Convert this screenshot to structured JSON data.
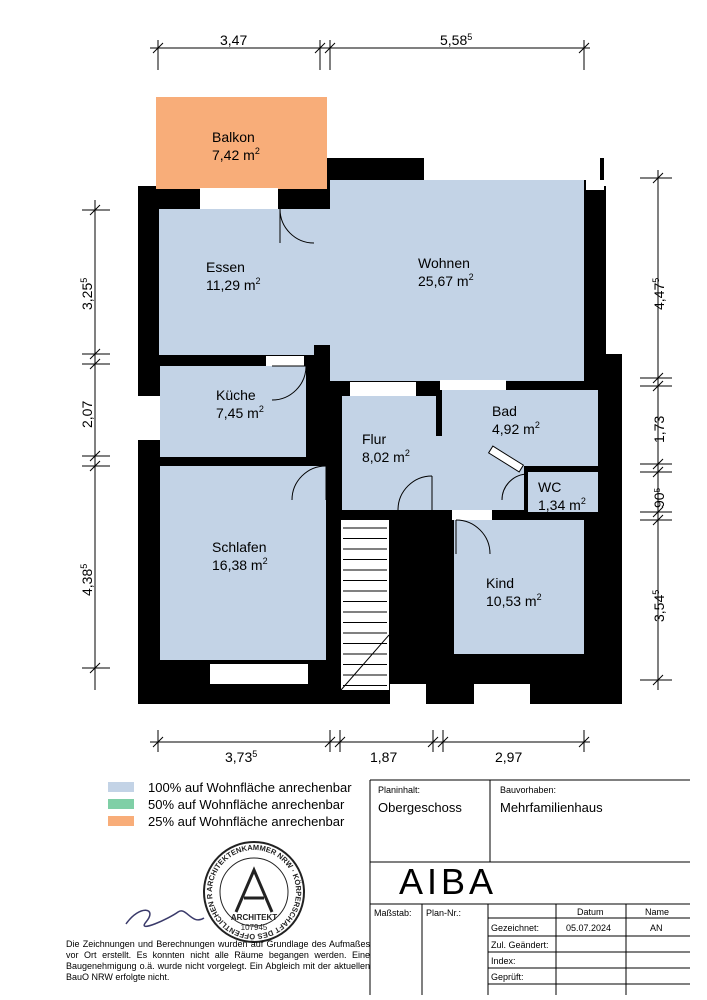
{
  "dimensions": {
    "top_left": "3,47",
    "top_right_main": "5,58",
    "top_right_sup": "5",
    "bottom_left_main": "3,73",
    "bottom_left_sup": "5",
    "bottom_mid": "1,87",
    "bottom_right": "2,97",
    "left_top_main": "3,25",
    "left_top_sup": "5",
    "left_mid": "2,07",
    "left_bottom_main": "4,38",
    "left_bottom_sup": "5",
    "right_top_main": "4,47",
    "right_top_sup": "5",
    "right_mid": "1,73",
    "right_small_main": "90",
    "right_small_sup": "5",
    "right_bottom_main": "3,54",
    "right_bottom_sup": "5"
  },
  "rooms": [
    {
      "name": "Balkon",
      "area": "7,42 m",
      "color": "#f8ad79"
    },
    {
      "name": "Essen",
      "area": "11,29 m",
      "color": "#c3d3e6"
    },
    {
      "name": "Wohnen",
      "area": "25,67 m",
      "color": "#c3d3e6"
    },
    {
      "name": "Küche",
      "area": "7,45 m",
      "color": "#c3d3e6"
    },
    {
      "name": "Flur",
      "area": "8,02 m",
      "color": "#c3d3e6"
    },
    {
      "name": "Bad",
      "area": "4,92 m",
      "color": "#c3d3e6"
    },
    {
      "name": "WC",
      "area": "1,34 m",
      "color": "#c3d3e6"
    },
    {
      "name": "Schlafen",
      "area": "16,38 m",
      "color": "#c3d3e6"
    },
    {
      "name": "Kind",
      "area": "10,53 m",
      "color": "#c3d3e6"
    }
  ],
  "area_exponent": "2",
  "legend": [
    {
      "text": "100% auf Wohnfläche anrechenbar",
      "color": "#c3d3e6"
    },
    {
      "text": "50% auf Wohnfläche anrechenbar",
      "color": "#7fcfa6"
    },
    {
      "text": "25% auf Wohnfläche anrechenbar",
      "color": "#f8ad79"
    }
  ],
  "titleblock": {
    "planinhalt_label": "Planinhalt:",
    "planinhalt_value": "Obergeschoss",
    "bauvorhaben_label": "Bauvorhaben:",
    "bauvorhaben_value": "Mehrfamilienhaus",
    "logo": "AIBA",
    "massstab_label": "Maßstab:",
    "plannr_label": "Plan-Nr.:",
    "datum_header": "Datum",
    "name_header": "Name",
    "gezeichnet_label": "Gezeichnet:",
    "gezeichnet_datum": "05.07.2024",
    "gezeichnet_name": "AN",
    "geaendert_label": "Zul. Geändert:",
    "index_label": "Index:",
    "geprueft_label": "Geprüft:"
  },
  "stamp": {
    "ring_text": "ARCHITEKTENKAMMER NRW · KÖRPERSCHAFT DES ÖFFENTLICHEN RECHTS",
    "center_title": "ARCHITEKT",
    "center_number": "107945"
  },
  "disclaimer": "Die Zeichnungen und Berechnungen wurden auf Grundlage des Aufmaßes vor Ort erstellt. Es konnten nicht alle Räume begangen werden. Eine Baugenehmigung o.ä. wurde nicht vorgelegt. Ein Abgleich mit der aktuellen BauO NRW erfolgte nicht."
}
